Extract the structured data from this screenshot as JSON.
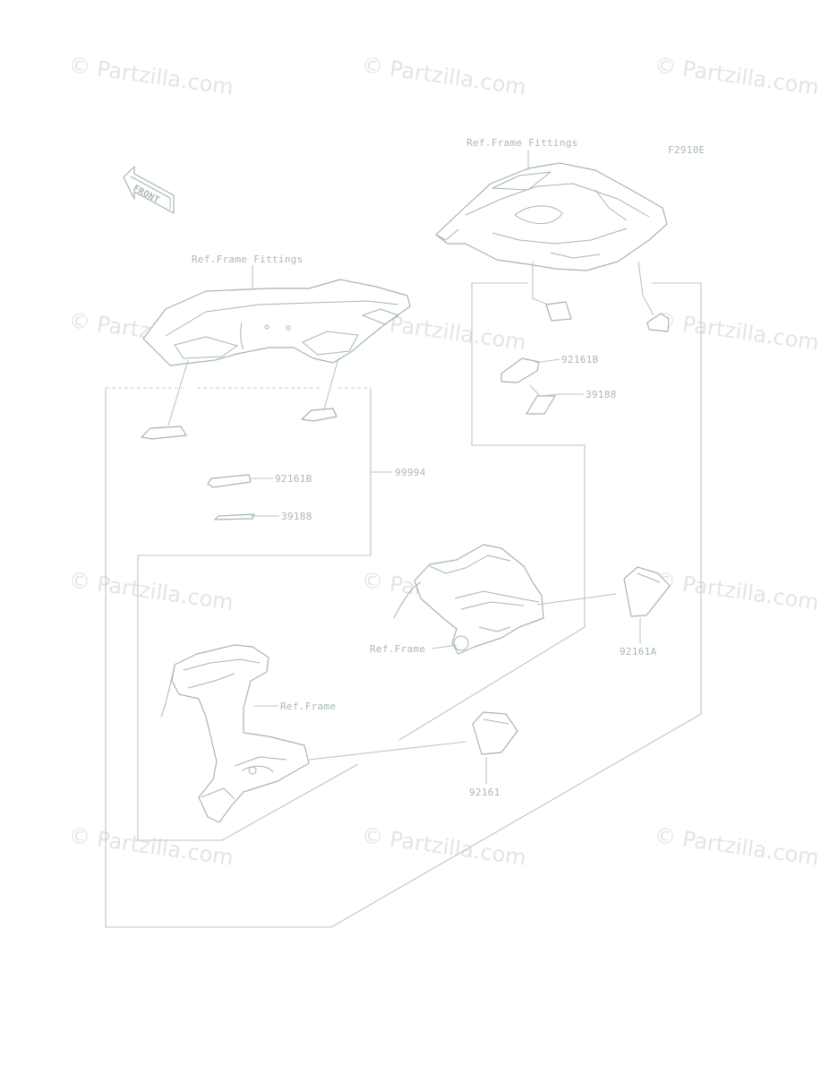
{
  "diagram": {
    "code": "F2910E",
    "front_arrow_text": "FRONT",
    "labels": {
      "ref_frame_fittings_top": "Ref.Frame Fittings",
      "ref_frame_fittings_left": "Ref.Frame Fittings",
      "part_92161b_right": "92161B",
      "part_39188_right": "39188",
      "part_99994": "99994",
      "part_92161b_left": "92161B",
      "part_39188_left": "39188",
      "ref_frame_mid": "Ref.Frame",
      "ref_frame_lower": "Ref.Frame",
      "part_92161a": "92161A",
      "part_92161": "92161"
    }
  },
  "watermark": {
    "text": "© Partzilla.com"
  }
}
